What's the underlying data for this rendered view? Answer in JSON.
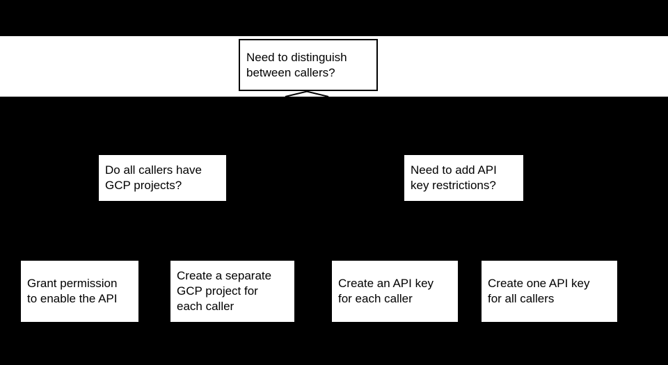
{
  "colors": {
    "background": "#000000",
    "band": "#ffffff",
    "node_fill": "#ffffff",
    "node_border": "#000000",
    "text": "#000000",
    "connector": "#000000"
  },
  "flowchart": {
    "root": {
      "lines": [
        "Need to distinguish",
        "between callers?"
      ]
    },
    "branch_left": {
      "lines": [
        "Do all callers have",
        "GCP projects?"
      ]
    },
    "branch_right": {
      "lines": [
        "Need to add API",
        "key restrictions?"
      ]
    },
    "leaf_grant_permission": {
      "lines": [
        "Grant permission",
        "to enable the API"
      ]
    },
    "leaf_separate_project": {
      "lines": [
        "Create a separate",
        "GCP project for",
        "each caller"
      ]
    },
    "leaf_key_per_caller": {
      "lines": [
        "Create an API key",
        "for each caller"
      ]
    },
    "leaf_one_key_all": {
      "lines": [
        "Create one API key",
        "for all callers"
      ]
    }
  },
  "icons": {
    "branch_connector": "chevron-split"
  }
}
